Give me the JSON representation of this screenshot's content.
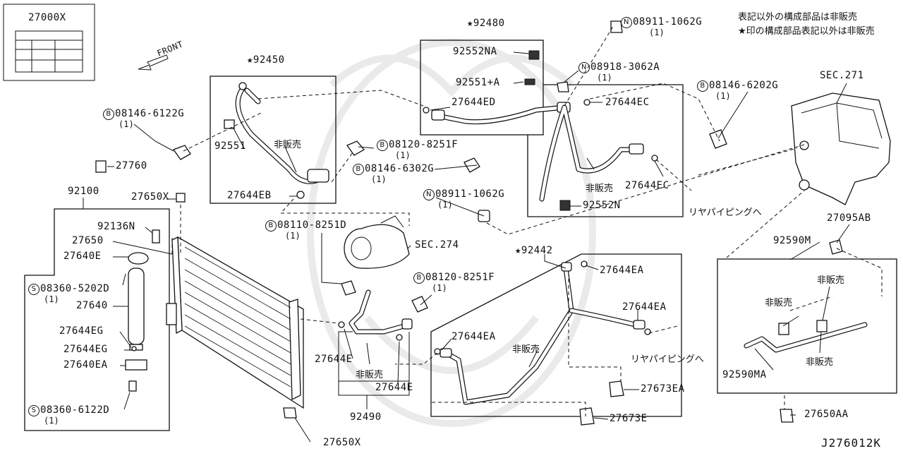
{
  "notes": {
    "line1": "表記以外の構成部品は非販売",
    "line2": "★印の構成部品表記以外は非販売"
  },
  "diagram_code": "J276012K",
  "front_label": "FRONT",
  "labels": {
    "p27000x": "27000X",
    "p92450": "★92450",
    "p92480": "★92480",
    "p92442": "★92442",
    "p92100": "92100",
    "p92490": "92490",
    "p92590m": "92590M",
    "p92590ma": "92590MA",
    "p92552na": "92552NA",
    "p92551a": "92551+A",
    "p92552n": "92552N",
    "p92551": "92551",
    "p92136n": "92136N",
    "p27760": "27760",
    "p27650x_top": "27650X",
    "p27650x_bot": "27650X",
    "p27650": "27650",
    "p27640e": "27640E",
    "p27640": "27640",
    "p27644eg_1": "27644EG",
    "p27644eg_2": "27644EG",
    "p27640ea": "27640EA",
    "p27644eb": "27644EB",
    "p27644ed": "27644ED",
    "p27644ec_1": "27644EC",
    "p27644ec_2": "27644EC",
    "p27644ea_1": "27644EA",
    "p27644ea_2": "27644EA",
    "p27644ea_3": "27644EA",
    "p27644e_1": "27644E",
    "p27644e_2": "27644E",
    "p27673ea": "27673EA",
    "p27673e": "27673E",
    "p27095ab": "27095AB",
    "p27650aa": "27650AA",
    "sec271": "SEC.271",
    "sec274": "SEC.274",
    "rear_piping_1": "リヤパイピングへ",
    "rear_piping_2": "リヤパイピングへ",
    "not_sold_1": "非販売",
    "not_sold_2": "非販売",
    "not_sold_3": "非販売",
    "not_sold_4": "非販売",
    "not_sold_5": "非販売",
    "not_sold_6": "非販売",
    "not_sold_7": "非販売"
  },
  "fasteners": [
    {
      "key": "f1",
      "prefix": "N",
      "code": "08911-1062G",
      "qty": "(1)"
    },
    {
      "key": "f2",
      "prefix": "N",
      "code": "08918-3062A",
      "qty": "(1)"
    },
    {
      "key": "f3",
      "prefix": "B",
      "code": "08146-6202G",
      "qty": "(1)"
    },
    {
      "key": "f4",
      "prefix": "B",
      "code": "08146-6122G",
      "qty": "(1)"
    },
    {
      "key": "f5",
      "prefix": "B",
      "code": "08120-8251F",
      "qty": "(1)"
    },
    {
      "key": "f6",
      "prefix": "B",
      "code": "08146-6302G",
      "qty": "(1)"
    },
    {
      "key": "f7",
      "prefix": "N",
      "code": "08911-1062G",
      "qty": "(1)"
    },
    {
      "key": "f8",
      "prefix": "B",
      "code": "08110-8251D",
      "qty": "(1)"
    },
    {
      "key": "f9",
      "prefix": "B",
      "code": "08120-8251F",
      "qty": "(1)"
    },
    {
      "key": "f10",
      "prefix": "S",
      "code": "08360-5202D",
      "qty": "(1)"
    },
    {
      "key": "f11",
      "prefix": "S",
      "code": "08360-6122D",
      "qty": "(1)"
    }
  ]
}
